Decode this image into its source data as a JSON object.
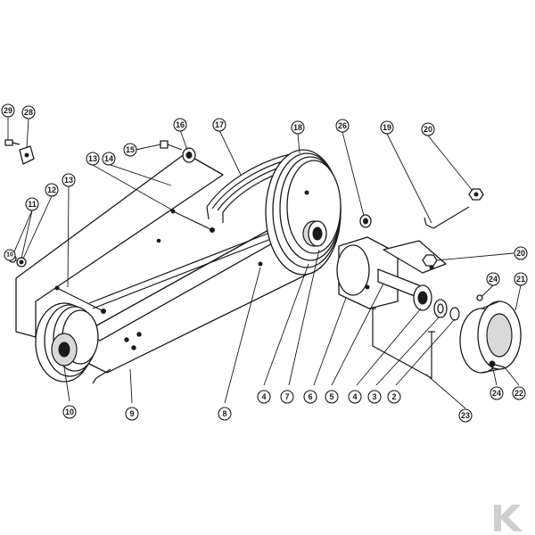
{
  "callouts": [
    {
      "id": "c29",
      "label": "29"
    },
    {
      "id": "c28",
      "label": "28"
    },
    {
      "id": "c13a",
      "label": "13"
    },
    {
      "id": "c14",
      "label": "14"
    },
    {
      "id": "c15",
      "label": "15"
    },
    {
      "id": "c16",
      "label": "16"
    },
    {
      "id": "c17",
      "label": "17"
    },
    {
      "id": "c18",
      "label": "18"
    },
    {
      "id": "c26",
      "label": "26"
    },
    {
      "id": "c19",
      "label": "19"
    },
    {
      "id": "c20a",
      "label": "20"
    },
    {
      "id": "c11",
      "label": "11"
    },
    {
      "id": "c12",
      "label": "12"
    },
    {
      "id": "c13b",
      "label": "13"
    },
    {
      "id": "c10top",
      "label": "10"
    },
    {
      "id": "c20b",
      "label": "20"
    },
    {
      "id": "c24a",
      "label": "24"
    },
    {
      "id": "c21",
      "label": "21"
    },
    {
      "id": "c10",
      "label": "10"
    },
    {
      "id": "c9",
      "label": "9"
    },
    {
      "id": "c8",
      "label": "8"
    },
    {
      "id": "c4a",
      "label": "4"
    },
    {
      "id": "c7",
      "label": "7"
    },
    {
      "id": "c6",
      "label": "6"
    },
    {
      "id": "c5",
      "label": "5"
    },
    {
      "id": "c4b",
      "label": "4"
    },
    {
      "id": "c3",
      "label": "3"
    },
    {
      "id": "c2",
      "label": "2"
    },
    {
      "id": "c23",
      "label": "23"
    },
    {
      "id": "c24b",
      "label": "24"
    },
    {
      "id": "c22",
      "label": "22"
    }
  ],
  "logo": {
    "glyph": "K"
  }
}
